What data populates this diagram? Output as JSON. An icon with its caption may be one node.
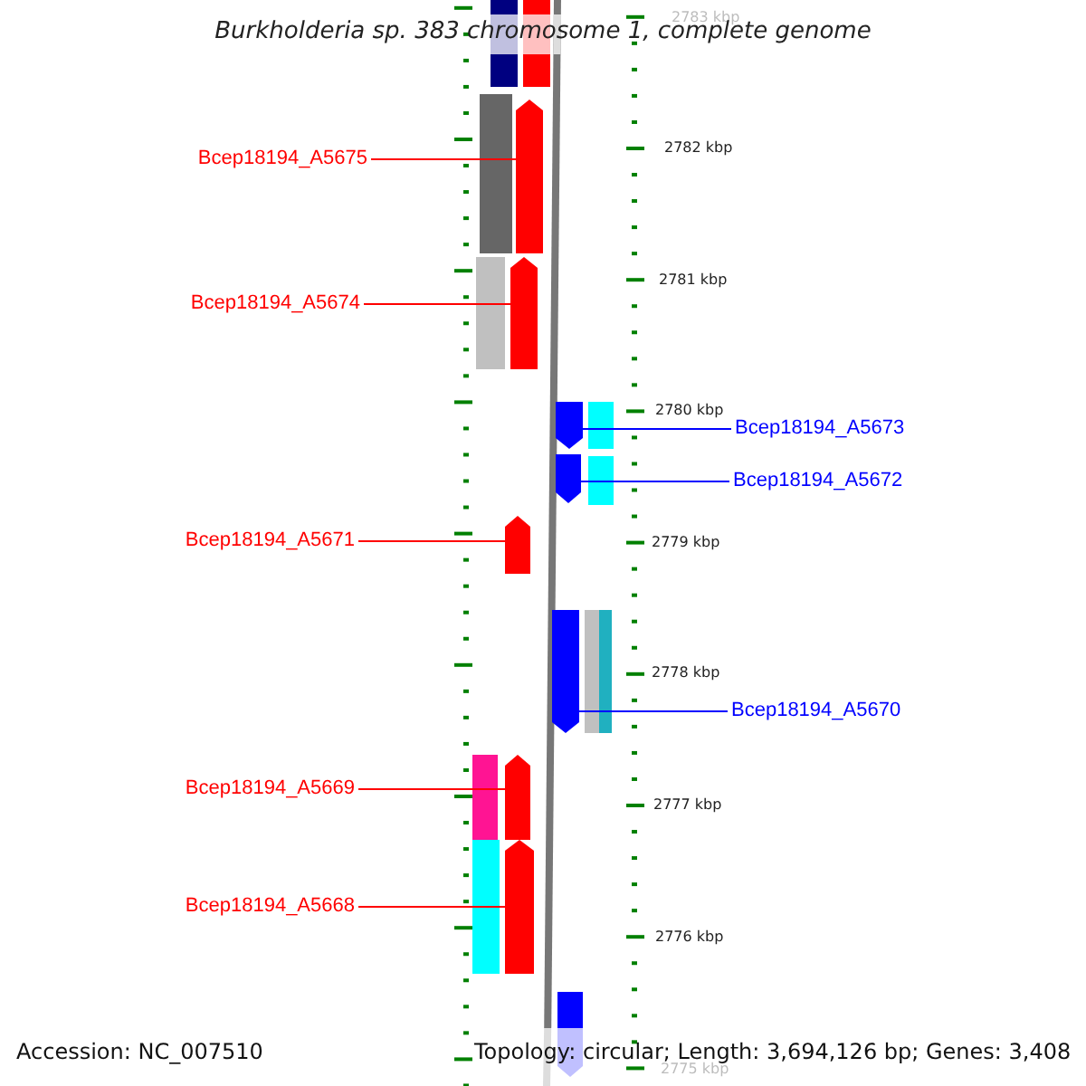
{
  "diagram": {
    "title": "Burkholderia sp. 383 chromosome 1, complete genome",
    "nodes": [
      {
        "text": [
          "Bcep18194_A5675"
        ]
      },
      {
        "text": [],
        "shape": "bar"
      },
      {
        "text": [
          "Bcep18194_A5674"
        ]
      },
      {
        "text": [],
        "shape": "bar"
      },
      {
        "text": [
          "Bcep18194_A5673"
        ]
      },
      {
        "text": [],
        "shape": "bar"
      },
      {
        "text": [
          "Bcep18194_A5672"
        ]
      },
      {
        "text": [],
        "shape": "bar"
      },
      {
        "text": [
          "Bcep18194_A5671"
        ]
      },
      {
        "text": [],
        "shape": "bar"
      },
      {
        "text": [
          "Bcep18194_A5670"
        ]
      },
      {
        "text": [],
        "shape": "bar"
      },
      {
        "text": [
          "Bcep18194_A5669"
        ]
      },
      {
        "text": [],
        "shape": "bar"
      },
      {
        "text": [
          "Bcep18194_A5668"
        ]
      },
      {
        "text": [],
        "shape": "bar"
      },
      {
        "text": [],
        "shape": "bar"
      },
      {
        "text": [],
        "shape": "bar"
      },
      {
        "text": [],
        "shape": "bar"
      },
      {
        "text": [],
        "shape": "bar"
      },
      {
        "text": [],
        "shape": "bar"
      },
      {
        "text": [],
        "shape": "bar"
      },
      {
        "text": [],
        "shape": "bar"
      },
      {
        "text": [],
        "shape": "bar"
      },
      {
        "text": [],
        "shape": "bar"
      },
      {
        "text": [],
        "shape": "bar"
      }
    ],
    "edges": [
      {
        "from": 0,
        "to": 1,
        "arrow": "none"
      },
      {
        "from": 2,
        "to": 3,
        "arrow": "none"
      },
      {
        "from": 4,
        "to": 5,
        "arrow": "none",
        "color": "#0000ff"
      },
      {
        "from": 6,
        "to": 7,
        "arrow": "none",
        "color": "#0000ff"
      },
      {
        "from": 8,
        "to": 9,
        "arrow": "none"
      },
      {
        "from": 10,
        "to": 11,
        "arrow": "none",
        "color": "#0000ff"
      },
      {
        "from": 12,
        "to": 13,
        "arrow": "none"
      },
      {
        "from": 14,
        "to": 15,
        "arrow": "none"
      }
    ],
    "labels": [
      "2783 kbp",
      "2782 kbp",
      "2781 kbp",
      "2780 kbp",
      "2779 kbp",
      "2778 kbp",
      "2777 kbp",
      "2776 kbp",
      "2775 kbp",
      "Accession: NC_007510",
      "Topology: circular; Length: 3,694,126 bp; Genes: 3,408"
    ]
  }
}
